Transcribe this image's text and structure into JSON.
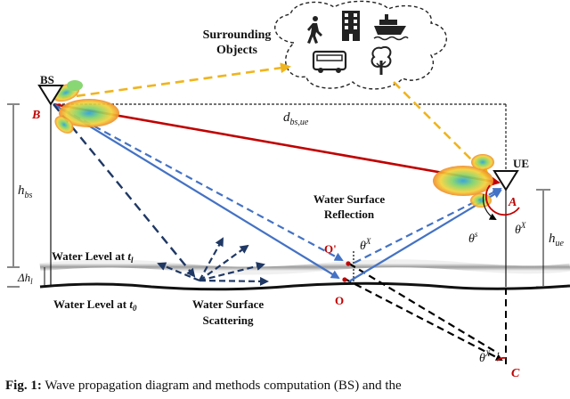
{
  "cloud": {
    "title_line1": "Surrounding",
    "title_line2": "Objects",
    "icons": [
      "pedestrian-icon",
      "building-icon",
      "ship-icon",
      "bus-icon",
      "tree-icon"
    ]
  },
  "labels": {
    "bs": "BS",
    "b": "B",
    "d_sub": "bs,ue",
    "h_bs_sub": "bs",
    "ue": "UE",
    "a": "A",
    "h_ue_sub": "ue",
    "reflection_line1": "Water Surface",
    "reflection_line2": "Reflection",
    "o_prime": "O'",
    "o": "O",
    "theta_x_sup": "X",
    "theta_s_sup": "s",
    "water_level_tl_text": "Water Level at ",
    "water_level_tl_var": "t",
    "water_level_tl_sub": "l",
    "water_level_t0_text": "Water Level at ",
    "water_level_t0_var": "t",
    "water_level_t0_sub": "0",
    "delta_h_sub": "l",
    "scattering_line1": "Water Surface",
    "scattering_line2": "Scattering",
    "c": "C"
  },
  "caption": {
    "fig": "Fig. 1:",
    "text": "Wave propagation diagram and methods computation (BS) and the"
  },
  "colors": {
    "direct_path": "#c00000",
    "reflected_path": "#4472c4",
    "scattering": "#1f3864",
    "object_path": "#f0b41c",
    "image_path": "#000000"
  }
}
